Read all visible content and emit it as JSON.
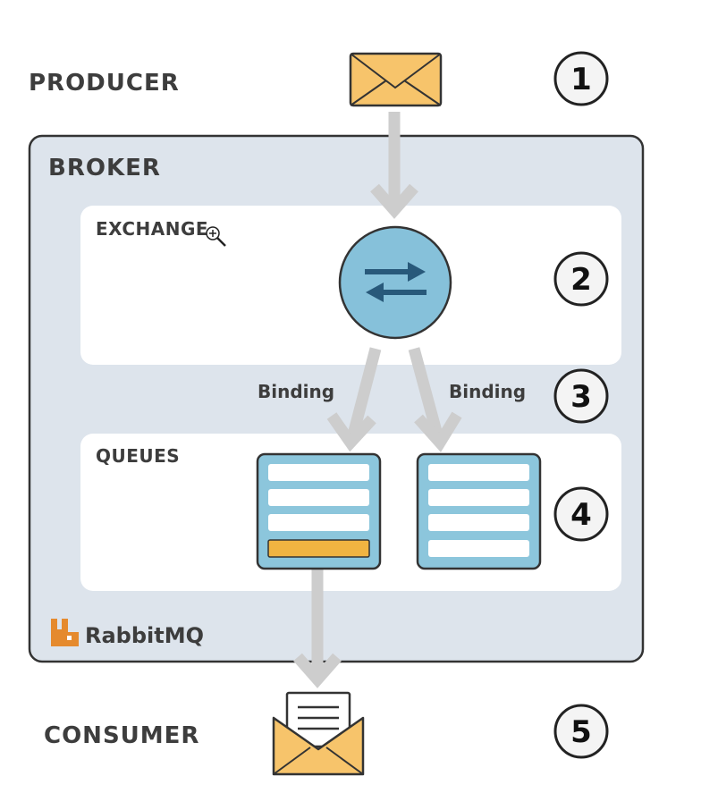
{
  "labels": {
    "producer": "PRODUCER",
    "broker": "BROKER",
    "exchange": "EXCHANGE",
    "queues": "QUEUES",
    "consumer": "CONSUMER",
    "binding_left": "Binding",
    "binding_right": "Binding",
    "brand": "RabbitMQ"
  },
  "steps": [
    "1",
    "2",
    "3",
    "4",
    "5"
  ],
  "colors": {
    "broker_bg": "#dde4ec",
    "panel_bg": "#ffffff",
    "arrow": "#cdcdcd",
    "envelope": "#f7c46b",
    "exchange_circle": "#86c1da",
    "exchange_arrows": "#28597a",
    "queue_frame": "#8cc6dc",
    "queue_highlight": "#f0b441",
    "brand_icon": "#e58a2e"
  },
  "icons": {
    "producer": "envelope-icon",
    "exchange": "swap-arrows-icon",
    "consumer": "open-envelope-icon",
    "brand": "rabbitmq-logo-icon"
  }
}
